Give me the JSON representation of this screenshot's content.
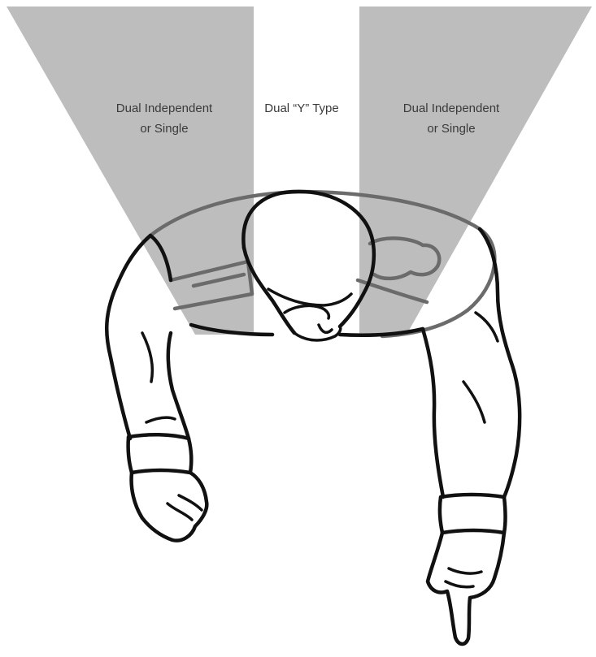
{
  "zones": {
    "left": {
      "line1": "Dual Independent",
      "line2": "or Single"
    },
    "center": {
      "line1": "Dual “Y” Type"
    },
    "right": {
      "line1": "Dual Independent",
      "line2": "or Single"
    }
  },
  "colors": {
    "zone_fill": "#bdbdbd",
    "ink": "#111111",
    "harness": "#6b6b6b",
    "background": "#ffffff"
  }
}
